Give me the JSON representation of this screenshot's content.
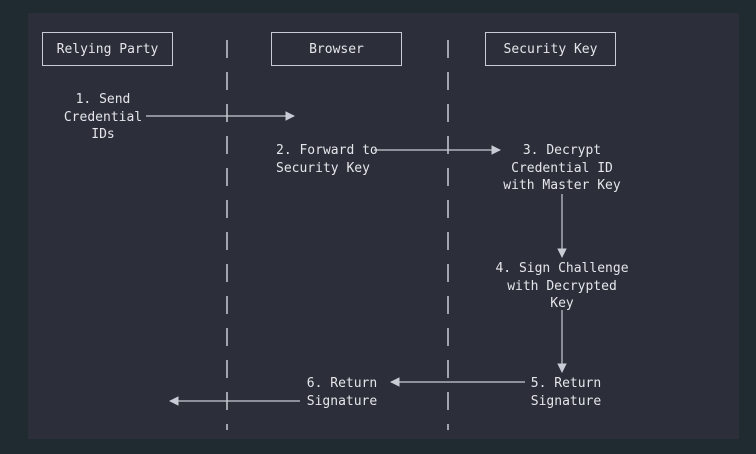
{
  "participants": [
    {
      "id": "relying-party",
      "label": "Relying Party"
    },
    {
      "id": "browser",
      "label": "Browser"
    },
    {
      "id": "security-key",
      "label": "Security Key"
    }
  ],
  "steps": [
    {
      "id": "step-1",
      "text": "1. Send\nCredential\nIDs"
    },
    {
      "id": "step-2",
      "text": "2. Forward to\nSecurity Key"
    },
    {
      "id": "step-3",
      "text": "3. Decrypt\nCredential ID\nwith Master Key"
    },
    {
      "id": "step-4",
      "text": "4. Sign Challenge\nwith Decrypted\nKey"
    },
    {
      "id": "step-5",
      "text": "5. Return\nSignature"
    },
    {
      "id": "step-6",
      "text": "6. Return\nSignature"
    }
  ],
  "colors": {
    "background": "#1f2b30",
    "panel": "#2c2f3a",
    "line": "#c9ccd4",
    "text": "#e4e6ea"
  }
}
